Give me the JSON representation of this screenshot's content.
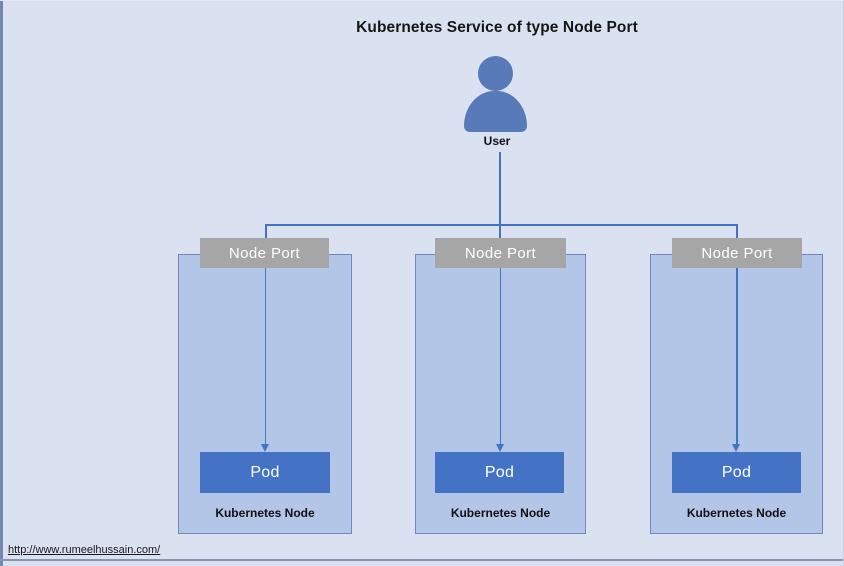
{
  "title": "Kubernetes Service of type Node Port",
  "user": {
    "label": "User"
  },
  "nodes": [
    {
      "port_label": "Node Port",
      "pod_label": "Pod",
      "node_label": "Kubernetes Node"
    },
    {
      "port_label": "Node Port",
      "pod_label": "Pod",
      "node_label": "Kubernetes Node"
    },
    {
      "port_label": "Node Port",
      "pod_label": "Pod",
      "node_label": "Kubernetes Node"
    }
  ],
  "footer": {
    "url": "http://www.rumeelhussain.com/"
  },
  "colors": {
    "background": "#dae2f2",
    "node_fill": "#b3c6e7",
    "node_border": "#6e87bd",
    "node_port_fill": "#a6a6a6",
    "pod_fill": "#4472c4",
    "connector": "#4472c4",
    "user_icon": "#587ab8",
    "text_dark": "#111111",
    "text_light": "#ffffff",
    "bottom_rule": "#8496b2"
  }
}
